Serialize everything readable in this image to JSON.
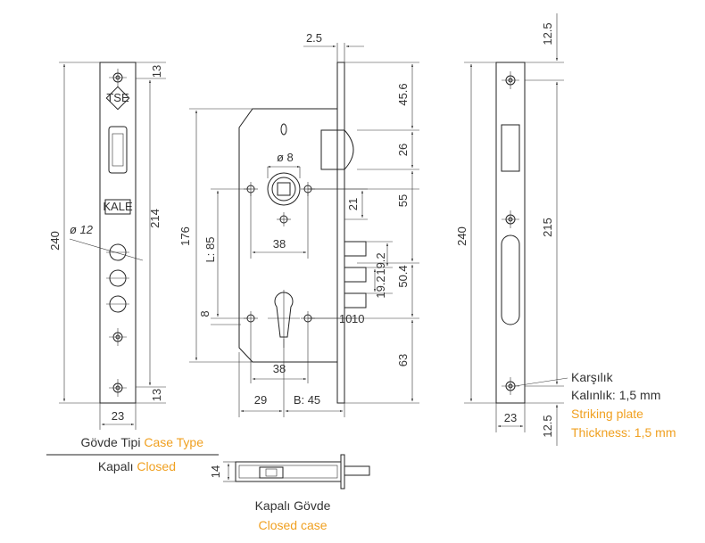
{
  "colors": {
    "line": "#222222",
    "text": "#333333",
    "accent": "#f0a020",
    "background": "#ffffff"
  },
  "front_plate": {
    "dims": {
      "height_total": "240",
      "height_inner": "214",
      "top_offset": "13",
      "bottom_offset": "13",
      "width": "23",
      "hole_diameter": "ø 12"
    },
    "marks": {
      "tse": "TSE",
      "kale": "KALE"
    }
  },
  "case_view": {
    "dims": {
      "plate_thickness": "2.5",
      "latch_offset": "45.6",
      "latch_height": "26",
      "spindle_gap": "55",
      "spindle_to_top": "21",
      "spindle_diameter": "ø 8",
      "height": "176",
      "center_distance": "L: 85",
      "hole_spacing_upper": "38",
      "hole_spacing_lower": "38",
      "bolt_pitch_1": "19.2",
      "bolt_pitch_2": "19.2",
      "bolt_stack": "50.4",
      "cylinder_offset": "8",
      "bolt_throw_1": "10",
      "bolt_throw_2": "10",
      "bottom_distance": "63",
      "edge_offset": "29",
      "backset": "B: 45"
    }
  },
  "striking_plate": {
    "dims": {
      "height_total": "240",
      "height_inner": "215",
      "top_offset": "12.5",
      "bottom_offset": "12.5",
      "width": "23"
    },
    "label_tr_line1": "Karşılık",
    "label_tr_line2": "Kalınlık: 1,5 mm",
    "label_en_line1": "Striking plate",
    "label_en_line2": "Thickness: 1,5 mm"
  },
  "case_type": {
    "title_tr": "Gövde Tipi",
    "title_en": "Case Type",
    "variant_tr": "Kapalı",
    "variant_en": "Closed"
  },
  "side_view": {
    "dims": {
      "thickness": "14"
    },
    "caption_tr": "Kapalı Gövde",
    "caption_en": "Closed case"
  }
}
